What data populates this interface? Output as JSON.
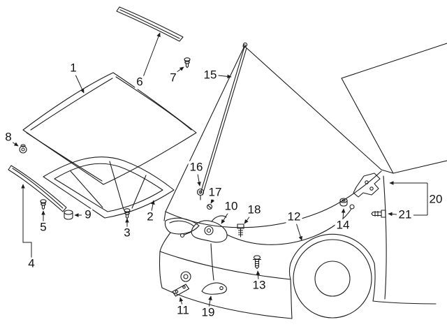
{
  "diagram": {
    "description": "Exploded line-drawing parts diagram of a vehicle hood assembly (hood panel, insulator pad, seals, support rod, hood lock, release cable, hinges) with numbered callouts",
    "colors": {
      "background": "#ffffff",
      "line": "#1c1c1c",
      "callout_text": "#111111"
    },
    "callouts": [
      {
        "label": "1"
      },
      {
        "label": "2"
      },
      {
        "label": "3"
      },
      {
        "label": "4"
      },
      {
        "label": "5"
      },
      {
        "label": "6"
      },
      {
        "label": "7"
      },
      {
        "label": "8"
      },
      {
        "label": "9"
      },
      {
        "label": "10"
      },
      {
        "label": "11"
      },
      {
        "label": "12"
      },
      {
        "label": "13"
      },
      {
        "label": "14"
      },
      {
        "label": "15"
      },
      {
        "label": "16"
      },
      {
        "label": "17"
      },
      {
        "label": "18"
      },
      {
        "label": "19"
      },
      {
        "label": "20"
      },
      {
        "label": "21"
      }
    ]
  }
}
